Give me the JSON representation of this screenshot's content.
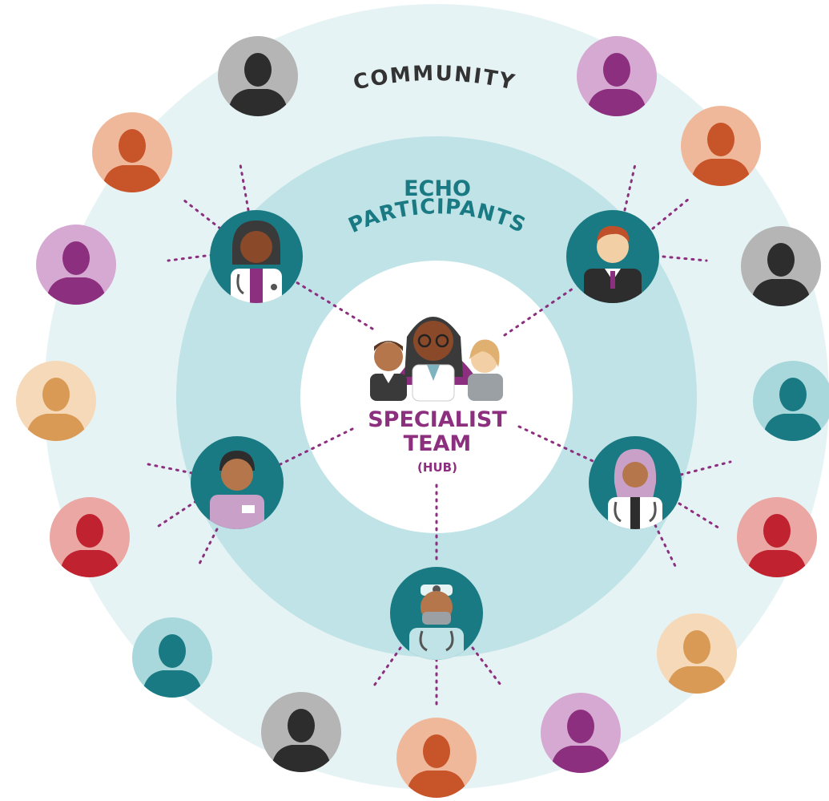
{
  "labels": {
    "community": "COMMUNITY",
    "echo_line1": "ECHO",
    "echo_line2": "PARTICIPANTS",
    "hub_line1": "SPECIALIST",
    "hub_line2": "TEAM",
    "hub_line3": "(HUB)"
  },
  "colors": {
    "outer_ring": "#e6f3f4",
    "middle_ring": "#bfe3e6",
    "center": "#ffffff",
    "teal": "#1a7a83",
    "purple": "#8c2f7e",
    "dark_text": "#333333",
    "skin_dark": "#8a4a2a",
    "skin_medium": "#b5764b",
    "skin_light": "#f2cfa5"
  },
  "community_members": [
    {
      "color": "gray",
      "icon": "person-icon"
    },
    {
      "color": "purple",
      "icon": "person-icon"
    },
    {
      "color": "orange",
      "icon": "person-icon"
    },
    {
      "color": "orange",
      "icon": "person-icon"
    },
    {
      "color": "purple",
      "icon": "person-icon"
    },
    {
      "color": "gray",
      "icon": "person-icon"
    },
    {
      "color": "tan",
      "icon": "person-icon"
    },
    {
      "color": "teal",
      "icon": "person-icon"
    },
    {
      "color": "red",
      "icon": "person-icon"
    },
    {
      "color": "red",
      "icon": "person-icon"
    },
    {
      "color": "teal",
      "icon": "person-icon"
    },
    {
      "color": "tan",
      "icon": "person-icon"
    },
    {
      "color": "gray",
      "icon": "person-icon"
    },
    {
      "color": "purple",
      "icon": "person-icon"
    },
    {
      "color": "orange",
      "icon": "person-icon"
    }
  ],
  "echo_participants": [
    {
      "role": "doctor",
      "icon": "doctor-icon"
    },
    {
      "role": "professional",
      "icon": "professional-icon"
    },
    {
      "role": "nurse",
      "icon": "nurse-icon"
    },
    {
      "role": "doctor-hijab",
      "icon": "doctor-hijab-icon"
    },
    {
      "role": "surgeon",
      "icon": "surgeon-icon"
    }
  ]
}
